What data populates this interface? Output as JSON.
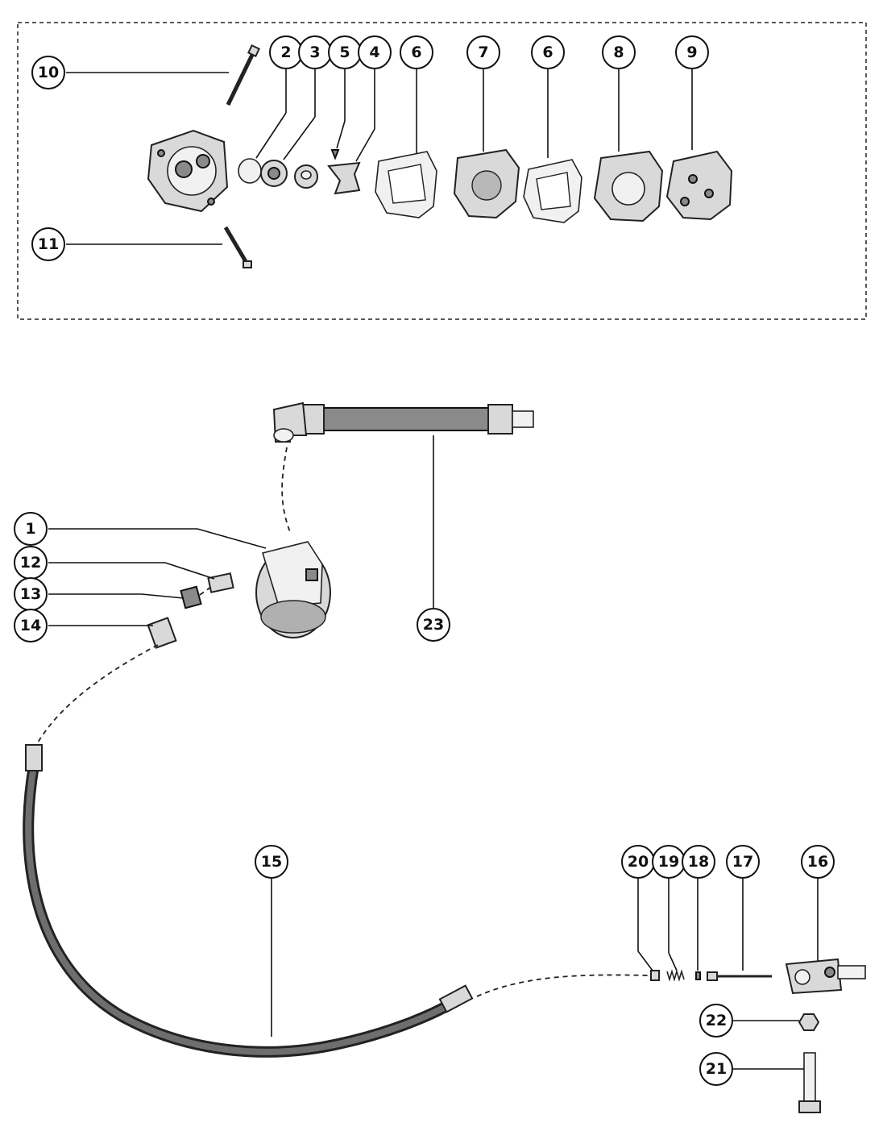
{
  "callouts": {
    "c1": "1",
    "c2": "2",
    "c3": "3",
    "c4": "4",
    "c5": "5",
    "c6a": "6",
    "c6b": "6",
    "c7": "7",
    "c8": "8",
    "c9": "9",
    "c10": "10",
    "c11": "11",
    "c12": "12",
    "c13": "13",
    "c14": "14",
    "c15": "15",
    "c16": "16",
    "c17": "17",
    "c18": "18",
    "c19": "19",
    "c20": "20",
    "c21": "21",
    "c22": "22",
    "c23": "23"
  }
}
